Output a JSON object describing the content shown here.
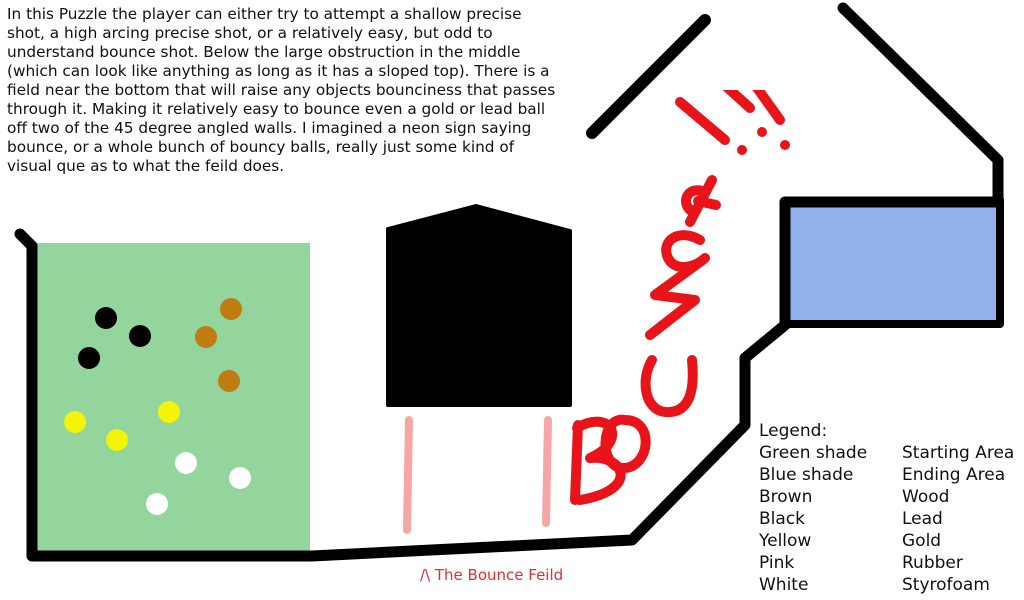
{
  "description_lines": [
    "In this Puzzle the player can either try to attempt a shallow precise",
    "shot, a high arcing precise shot, or a relatively easy, but odd to",
    "understand bounce shot. Below the large obstruction in the middle",
    "(which can look like anything as long as it has a sloped top). There is a",
    "field near the bottom that will raise any objects bounciness that passes",
    "through it. Making it relatively easy to bounce even a gold or lead ball",
    "off two of the 45 degree angled walls. I imagined a neon sign saying",
    "bounce, or a whole bunch of bouncy balls, really just some kind of",
    "visual que as to what the feild does."
  ],
  "legend": {
    "title": "Legend:",
    "items": [
      {
        "key": "Green shade",
        "value": "Starting Area"
      },
      {
        "key": "Blue shade",
        "value": "Ending Area"
      },
      {
        "key": "Brown",
        "value": "Wood"
      },
      {
        "key": "Black",
        "value": "Lead"
      },
      {
        "key": "Yellow",
        "value": "Gold"
      },
      {
        "key": "Pink",
        "value": "Rubber"
      },
      {
        "key": "White",
        "value": "Styrofoam"
      }
    ]
  },
  "field_caption": "/\\ The Bounce Feild",
  "sign_text": "BOUNCE!!!",
  "colors": {
    "starting_area": "#93d59d",
    "ending_area": "#92b1ea",
    "wood": "#c07c10",
    "lead": "#000000",
    "gold": "#f4f40a",
    "rubber": "#f7a6a6",
    "styrofoam": "#ffffff",
    "sign": "#e8141a",
    "caption": "#e03030"
  },
  "balls": [
    {
      "material": "Lead"
    },
    {
      "material": "Lead"
    },
    {
      "material": "Lead"
    },
    {
      "material": "Wood"
    },
    {
      "material": "Wood"
    },
    {
      "material": "Wood"
    },
    {
      "material": "Gold"
    },
    {
      "material": "Gold"
    },
    {
      "material": "Gold"
    },
    {
      "material": "Styrofoam"
    },
    {
      "material": "Styrofoam"
    },
    {
      "material": "Styrofoam"
    }
  ]
}
